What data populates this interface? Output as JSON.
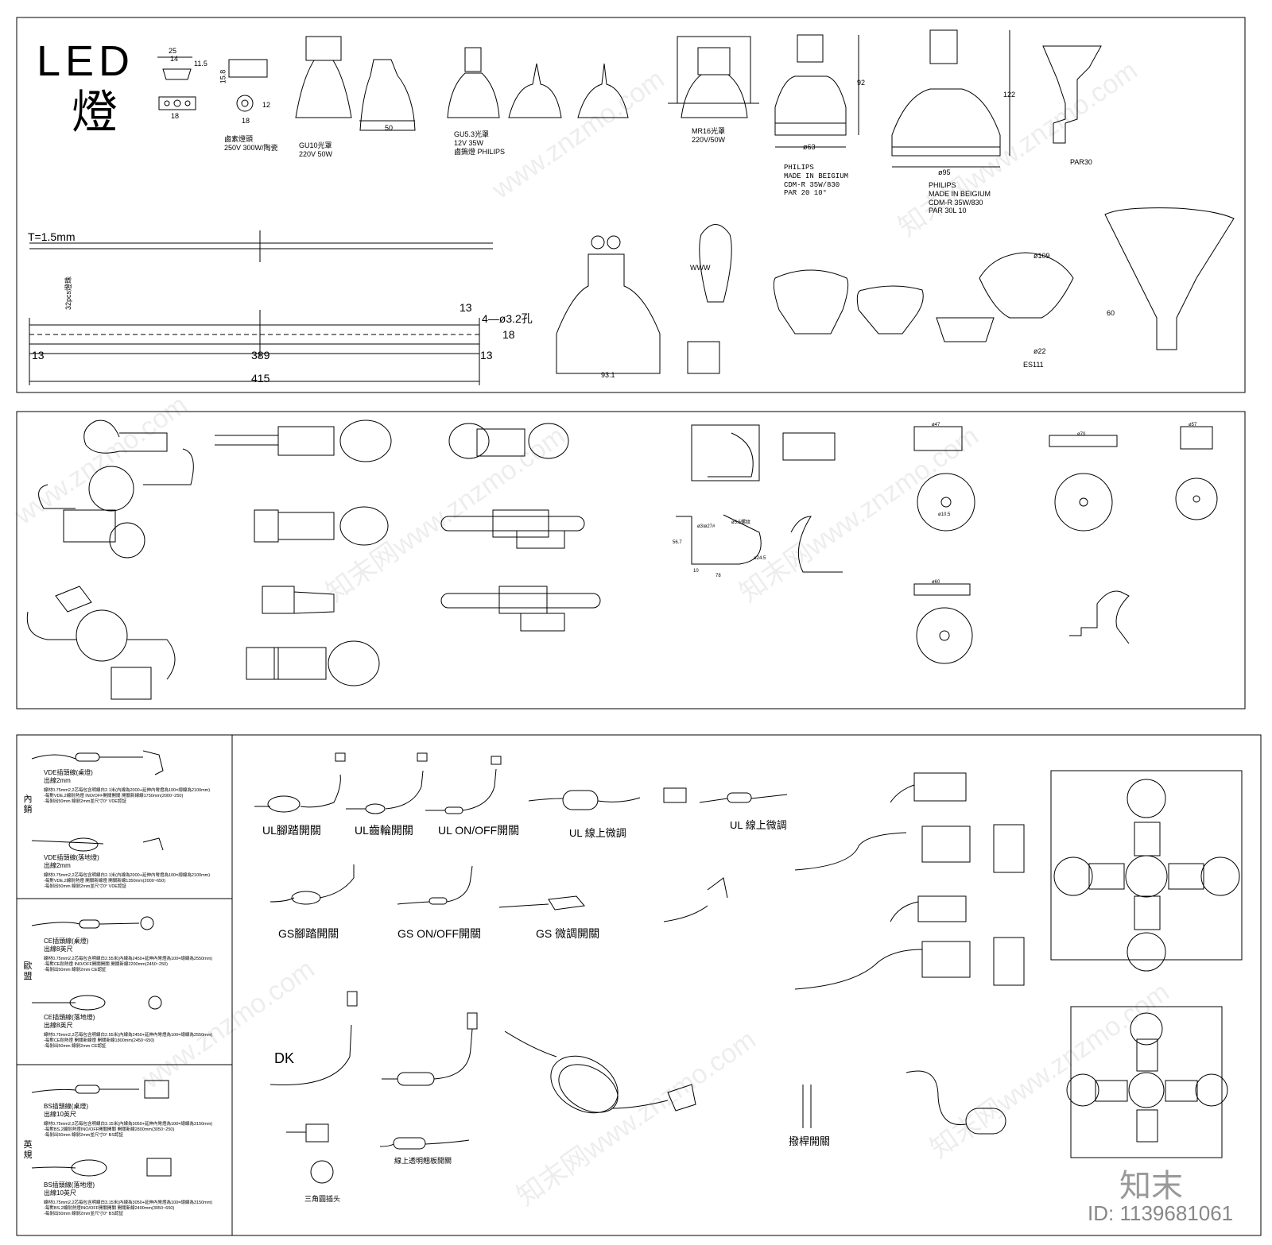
{
  "panel1": {
    "title_led": "LED",
    "title_char": "燈",
    "dims_gu": [
      "25",
      "14",
      "11.5",
      "15.8",
      "18",
      "18",
      "12"
    ],
    "lamp_labels": [
      {
        "lines": [
          "鹵素燈頭",
          "250V 300W/陶瓷"
        ]
      },
      {
        "lines": [
          "GU10光罩",
          "220V 50W"
        ]
      },
      {
        "lines": [
          "GU5.3光罩",
          "12V 35W",
          "鹵鎢燈  PHILIPS"
        ]
      },
      {
        "lines": [
          "MR16光罩",
          "220V/50W"
        ]
      },
      {
        "lines": [
          "PHILIPS",
          "MADE IN BEIGIUM",
          "CDM-R 35W/830",
          "PAR 20  10°"
        ]
      },
      {
        "lines": [
          "PHILIPS",
          "MADE IN BEIGIUM",
          "CDM-R 35W/830",
          "PAR 30L 10"
        ]
      },
      {
        "lines": [
          "PAR30"
        ]
      }
    ],
    "dim_50": "50",
    "dim_92": "92",
    "dim_122": "122",
    "dim_63": "ø63",
    "dim_95": "ø95",
    "dim_109": "ø109",
    "dim_60": "60",
    "dim_22": "ø22",
    "dim_931": "93.1",
    "es111": "ES111",
    "www": "WWW",
    "strip": {
      "thickness": "T=1.5mm",
      "count": "32pcs燈珠",
      "hole": "4—ø3.2孔",
      "d13a": "13",
      "d13b": "13",
      "d13c": "13",
      "d18": "18",
      "d389": "389",
      "d415": "415"
    }
  },
  "panel2": {
    "dims": [
      "56.7",
      "ø3/ø27#",
      "ø5.5螺紋",
      "ø24.5",
      "78",
      "10",
      "ø47",
      "ø70",
      "ø57",
      "ø10.5",
      "ø60"
    ]
  },
  "panel3": {
    "regions": [
      "內銷",
      "歐盟",
      "英規"
    ],
    "left_items": [
      {
        "title": "VDE插頭線(桌燈)",
        "sub": "出線2mm",
        "spec": [
          "線材0.75mm2,2芯每包含明線白2.1米(內線為2000+延伸內彎燈為100=總線為2100mm)",
          "-每對VDE,2線耐熱燈 INO/OFF開關開關 開關新線線1750mm(2000~250)",
          "-每剝出50mm 線剝2mm並尺寸0°  VDE認証"
        ]
      },
      {
        "title": "VDE插頭線(落地燈)",
        "sub": "出線2mm",
        "spec": [
          "線材0.75mm2,2芯每包含明線白2.1米(內線為2000+延伸內彎燈為100=總線為2100mm)",
          "-每對VDE,2線耐熱燈 開關新線燈 開關新線1350mm(2000~650)",
          "-每剝出50mm 線剝2mm並尺寸0°  VDE認証"
        ]
      },
      {
        "title": "CE插頭線(桌燈)",
        "sub": "出線8英尺",
        "spec": [
          "線材0.75mm2,2芯每包含明線白2.55米(內線為2450+延伸內彎燈為100=總線為2550mm)",
          "-每對CE耐熱燈 INO/OFF開關開關 開關新線2200mm(2450~250)",
          "-每剝出50mm 線剝2mm  CE認証"
        ]
      },
      {
        "title": "CE插頭線(落地燈)",
        "sub": "出線8英尺",
        "spec": [
          "線材0.75mm2,2芯每包含明線白2.55米(內線為2450+延伸內彎燈為100=總線為2550mm)",
          "-每對CE耐熱燈 開關新線燈 開關新線1800mm(2450~650)",
          "-每剝出50mm 線剝2mm  CE認証"
        ]
      },
      {
        "title": "BS插頭線(桌燈)",
        "sub": "出線10英尺",
        "spec": [
          "線材0.75mm2,2芯每包含明線白3.15米(內線為3050+延伸內彎燈為100=總線為3150mm)",
          "-每對BS,2線耐熱燈INO/OFF開關開關 開關新線2800mm(3050~250)",
          "-每剝出50mm 線剝2mm並尺寸0°  BS認証"
        ]
      },
      {
        "title": "BS插頭線(落地燈)",
        "sub": "出線10英尺",
        "spec": [
          "線材0.75mm2,2芯每包含明線白3.15米(內線為3050+延伸內彎燈為100=總線為3150mm)",
          "-每對BS,2線耐熱燈INO/OFF開關開關 開關新線2400mm(3050~650)",
          "-每剝出50mm 線剝2mm並尺寸0°  BS認証"
        ]
      }
    ],
    "switches": {
      "ul_foot": "UL腳踏開關",
      "ul_gear": "UL齒輪開關",
      "ul_onoff": "UL ON/OFF開關",
      "ul_inline1": "UL 線上微調",
      "ul_inline2": "UL 線上微調",
      "gs_foot": "GS腳踏開關",
      "gs_onoff": "GS ON/OFF開關",
      "gs_dimmer": "GS 微調開關",
      "dk": "DK",
      "clear_switch": "線上透明翹板開關",
      "triangle_plug": "三角圓插头",
      "toggle_switch": "撥桿開關"
    }
  },
  "watermark": {
    "brand": "知末",
    "id": "ID: 1139681061",
    "site": "www.znzmo.com",
    "site2": "知末网www.znzmo.com"
  }
}
